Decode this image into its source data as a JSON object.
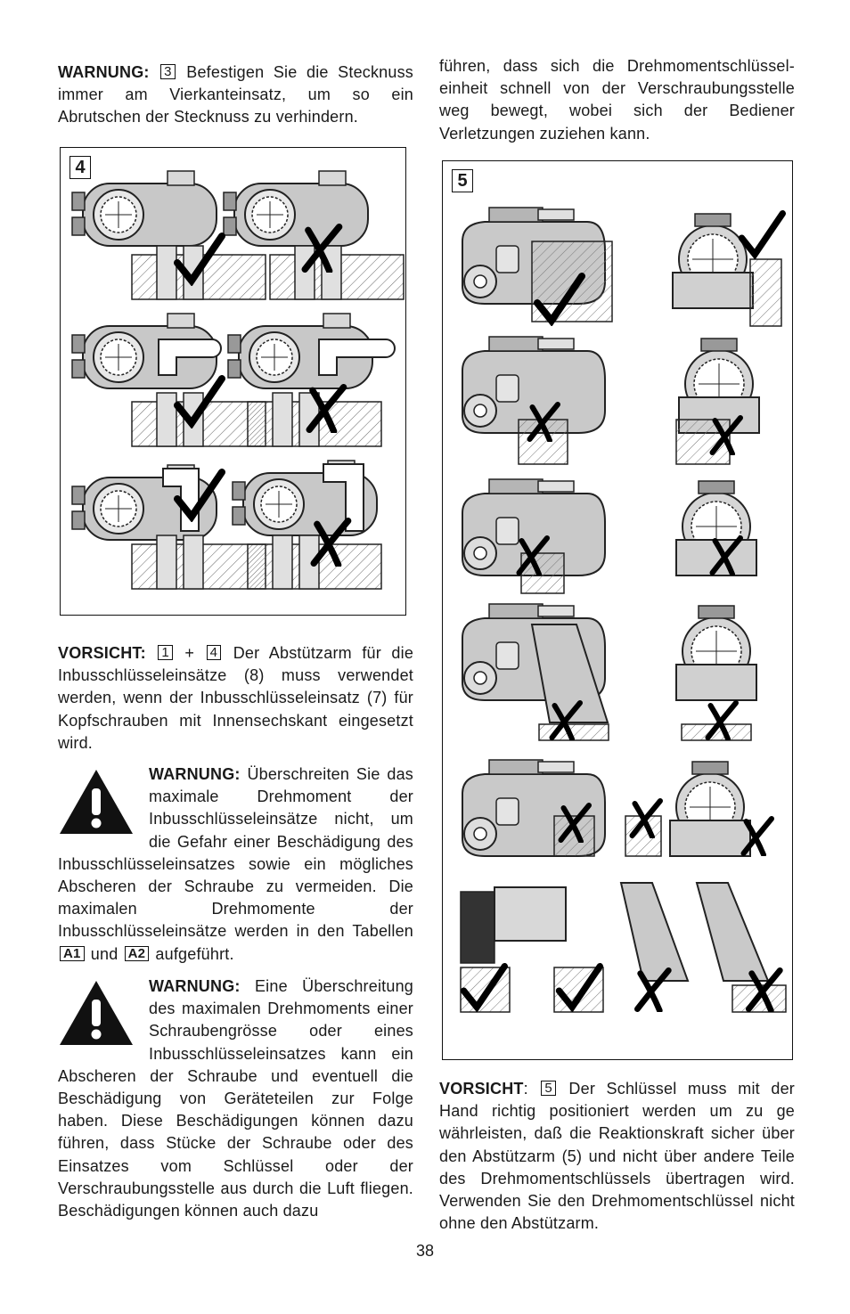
{
  "left": {
    "warn1": {
      "label": "WARNUNG:",
      "ref": "3",
      "text": "Befestigen Sie die Stecknuss immer am Vierkanteinsatz, um so ein Abrutschen der Stecknuss zu verhindern."
    },
    "figure4_label": "4",
    "caution1": {
      "label": "VORSICHT:",
      "ref_a": "1",
      "plus": "+",
      "ref_b": "4",
      "text": "Der Abstützarm für die Inbusschlüsseleinsätze (8) muss verwendet werden, wenn der Inbusschlüsseleinsatz (7) für Kopfschrauben mit Innensechskant eingesetzt wird."
    },
    "warn2": {
      "label": "WARNUNG:",
      "text": "Überschreiten Sie das maximale Drehmoment der Inbusschlüsseleinsätze nicht, um die Gefahr einer Beschädigung des Inbusschlüsseleinsatzes sowie ein mögliches Abscheren der Schraube zu vermeiden. Die maximalen Drehmomente der Inbusschlüsseleinsätze werden in den Tabellen",
      "ref_a": "A1",
      "and": "und",
      "ref_b": "A2",
      "tail": "aufgeführt."
    },
    "warn3": {
      "label": "WARNUNG:",
      "text": "Eine Überschreitung des maximalen Drehmoments einer Schraubengrösse oder eines Inbusschlüsseleinsatzes kann ein Abscheren der Schraube und eventuell die Beschädigung von Geräteteilen zur Folge haben. Diese Beschädigungen können dazu führen, dass Stücke der Schraube oder des Einsatzes vom Schlüssel oder der Verschraubungsstelle aus durch die Luft fliegen. Beschädigungen können auch dazu"
    }
  },
  "right": {
    "cont_text": "führen, dass sich die Drehmomentschlüssel-einheit schnell von der Verschraubungsstelle weg bewegt, wobei sich der Bediener Verletzungen zuziehen kann.",
    "figure5_label": "5",
    "caution2": {
      "label": "VORSICHT",
      "colon": ":",
      "ref": "5",
      "text": "Der Schlüssel muss mit der Hand richtig positioniert werden um zu ge währleisten, daß die Reaktionskraft sicher über den Abstützarm (5) und nicht über andere Teile des Drehmomentschlüssels übertragen wird. Verwenden Sie den Drehmomentschlüssel nicht ohne den Abstützarm."
    }
  },
  "page_number": "38",
  "figure4_marks": [
    "check",
    "cross",
    "check",
    "cross",
    "check",
    "cross"
  ],
  "figure5_marks": [
    "check",
    "check",
    "cross",
    "cross",
    "cross",
    "cross",
    "cross",
    "cross",
    "cross",
    "cross",
    "cross",
    "check",
    "check",
    "cross",
    "cross"
  ]
}
